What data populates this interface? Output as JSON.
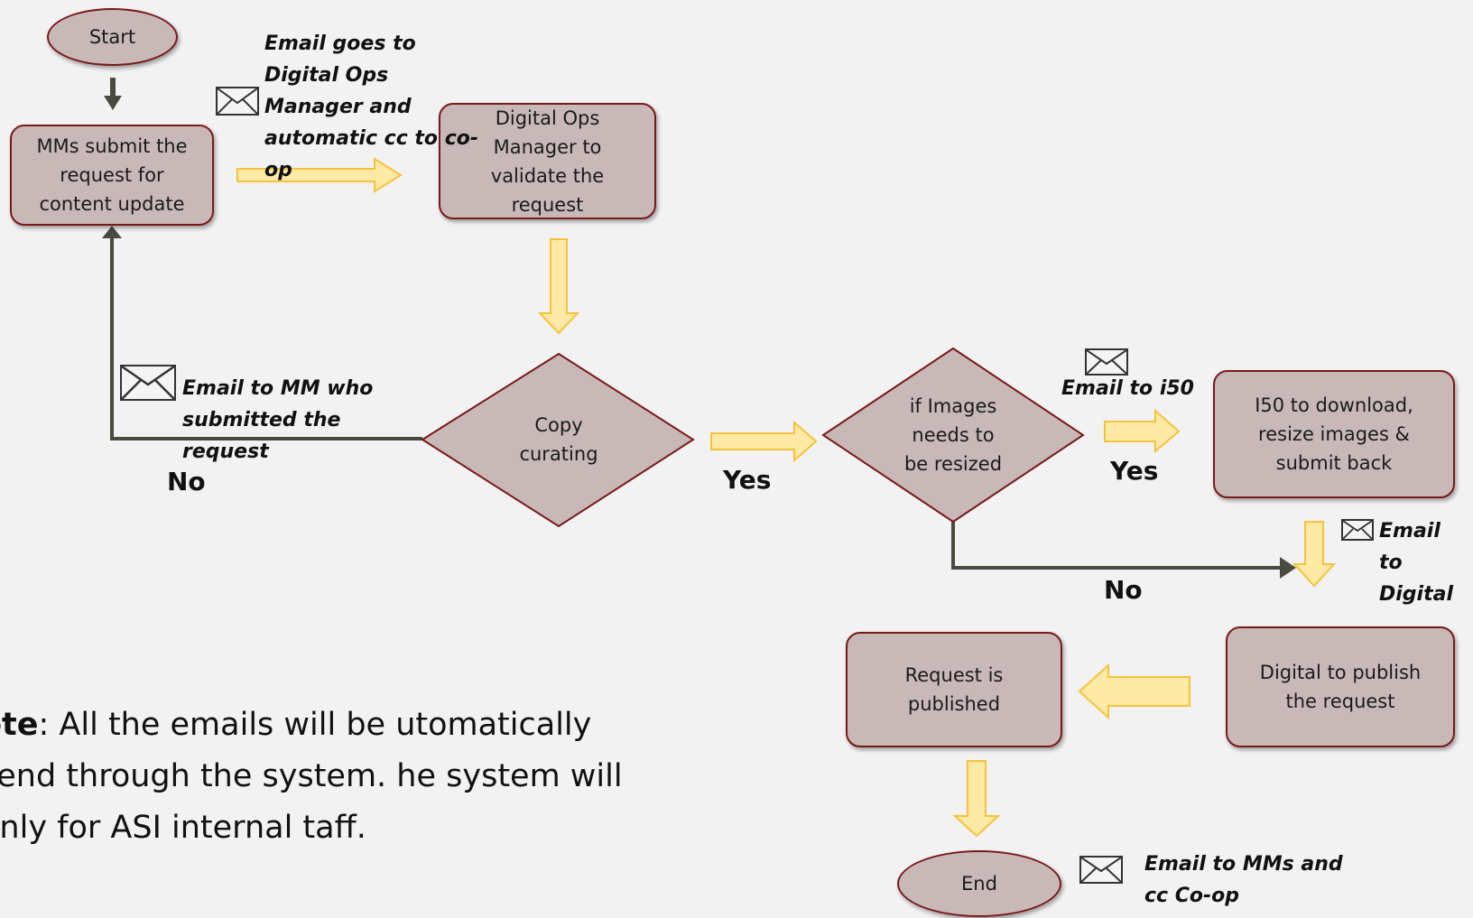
{
  "nodes": {
    "start": "Start",
    "mm_submit": "MMs submit the request for content update",
    "digital_ops_validate": "Digital Ops Manager to validate the request",
    "copy_curating": "Copy curating",
    "images_resized": "if Images needs to be resized",
    "i50_download": "I50 to download, resize images & submit back",
    "digital_publish": "Digital to publish the request",
    "request_published": "Request is published",
    "end": "End"
  },
  "annotations": {
    "email_digital_ops": "Email goes to Digital Ops Manager and automatic cc to co-op",
    "email_mm": "Email to MM who submitted the request",
    "email_i50": "Email to i50",
    "email_digital": "Email to Digital",
    "email_mms_coop": "Email to MMs and cc Co-op"
  },
  "decisions": {
    "copy_no": "No",
    "copy_yes": "Yes",
    "images_yes": "Yes",
    "images_no": "No"
  },
  "footnote": {
    "label": "ote",
    "text": ": All the emails will be utomatically send through the system. he system will only for ASI internal taff."
  },
  "colors": {
    "node_fill": "#c9b8b8",
    "node_border": "#7a1818",
    "arrow_fill": "#ffe9a6",
    "arrow_stroke": "#f5c23b",
    "line_dark": "#4a4a42"
  }
}
